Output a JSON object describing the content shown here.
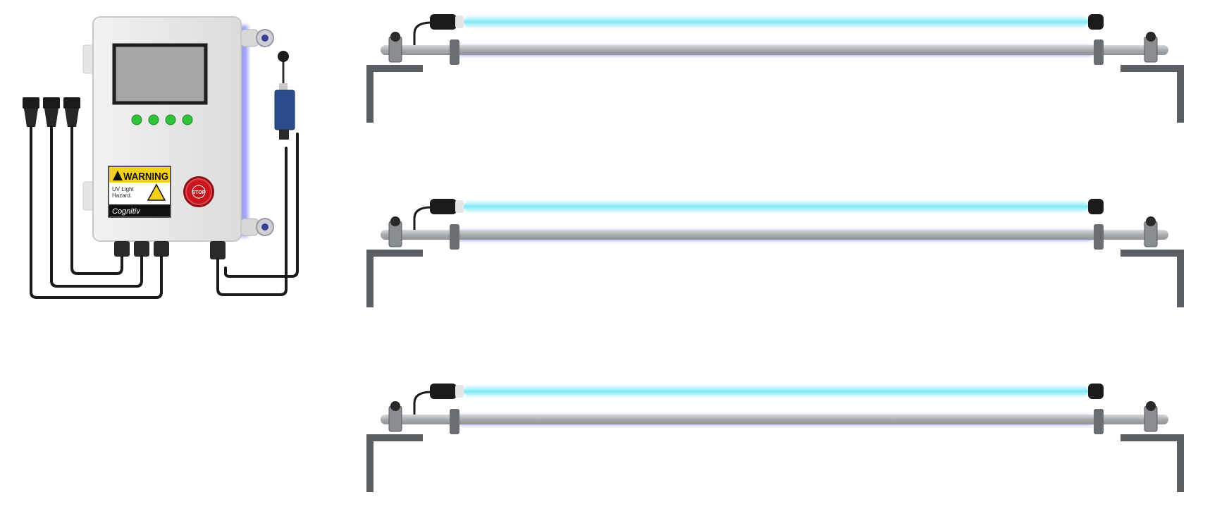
{
  "control_panel": {
    "warning_header": "WARNING",
    "hazard_line1": "UV Light",
    "hazard_line2": "Hazard.",
    "stop_button_label": "STOP",
    "brand_logo": "Cognitiv",
    "status_led_count": 4,
    "led_color": "#2ec43a",
    "enclosure_color": "#ececec",
    "warning_color": "#f4d21b",
    "stop_button_color": "#c8161d"
  },
  "uv_fixtures": [
    {
      "id": 1
    },
    {
      "id": 2
    },
    {
      "id": 3
    }
  ],
  "colors": {
    "uv_tube_glow": "#7fe9f7",
    "uv_blue_glow": "#4b52f0",
    "mount_rail": "#b9bcbf",
    "bracket": "#5b5e63",
    "cable": "#1b1b1b"
  }
}
